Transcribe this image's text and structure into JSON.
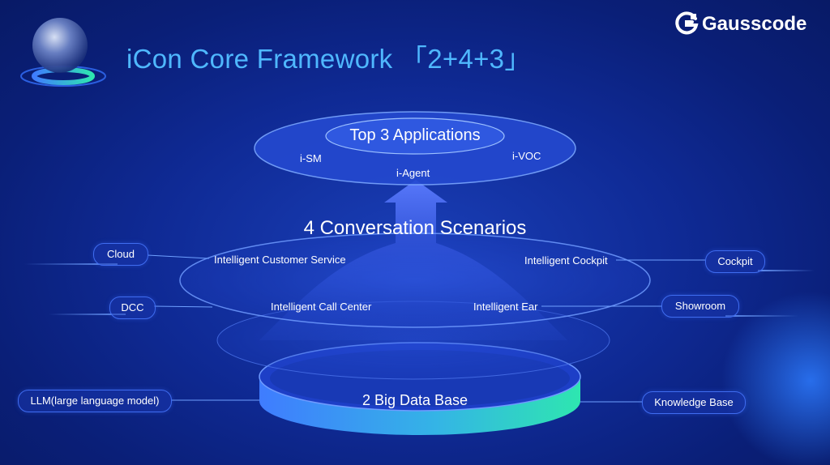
{
  "header": {
    "title": "iCon Core Framework 「2+4+3」",
    "brand": "Gausscode",
    "brand_icon": "gausscode-logo-icon",
    "decoration_icon": "glass-sphere-icon"
  },
  "diagram": {
    "top_layer": {
      "heading": "Top 3 Applications",
      "items": [
        "i-SM",
        "i-Agent",
        "i-VOC"
      ]
    },
    "middle_layer": {
      "heading": "4 Conversation Scenarios",
      "items": [
        "Intelligent Customer Service",
        "Intelligent Cockpit",
        "Intelligent Call Center",
        "Intelligent Ear"
      ]
    },
    "base_layer": {
      "heading": "2 Big Data Base"
    },
    "left_tags": [
      "Cloud",
      "DCC",
      "LLM(large language model)"
    ],
    "right_tags": [
      "Cockpit",
      "Showroom",
      "Knowledge Base"
    ]
  },
  "colors": {
    "background": "#0f2a95",
    "title": "#4fb8ff",
    "ring_gradient_start": "#3f7cff",
    "ring_gradient_end": "#2ee6b0",
    "pill_border": "#3f6cf0"
  }
}
